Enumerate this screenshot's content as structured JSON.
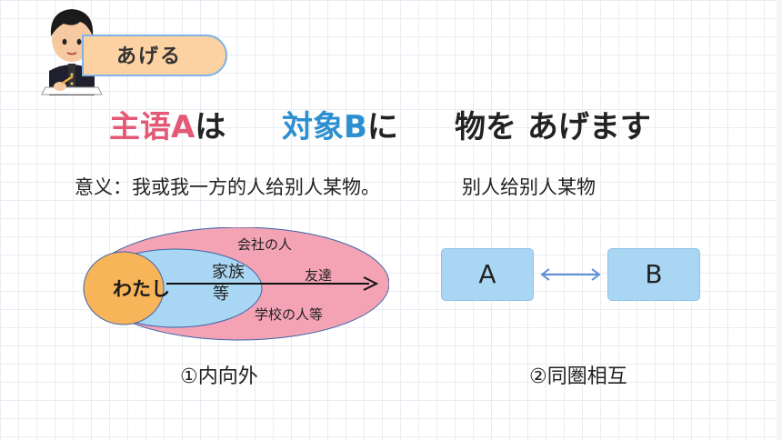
{
  "header": {
    "label": "あげる"
  },
  "pattern": {
    "part1_subject": "主语A",
    "part1_particle": "は",
    "part2_object": "対象B",
    "part2_particle": "に",
    "part3": "物を あげます"
  },
  "meaning": {
    "main": "意义：我或我一方的人给别人某物。",
    "secondary": "别人给别人某物"
  },
  "diagram": {
    "center": "わたし",
    "middle_line1": "家族",
    "middle_line2": "等",
    "outer_top": "会社の人",
    "outer_right": "友達",
    "outer_bottom": "学校の人等",
    "caption": "①内向外"
  },
  "exchange": {
    "left": "A",
    "right": "B",
    "caption": "②同圏相互"
  },
  "colors": {
    "subject": "#e45a76",
    "object": "#2e8fd0",
    "outer_ellipse": "#f4a3b4",
    "middle_ellipse": "#a9d7f3",
    "inner_ellipse": "#f7b458"
  }
}
